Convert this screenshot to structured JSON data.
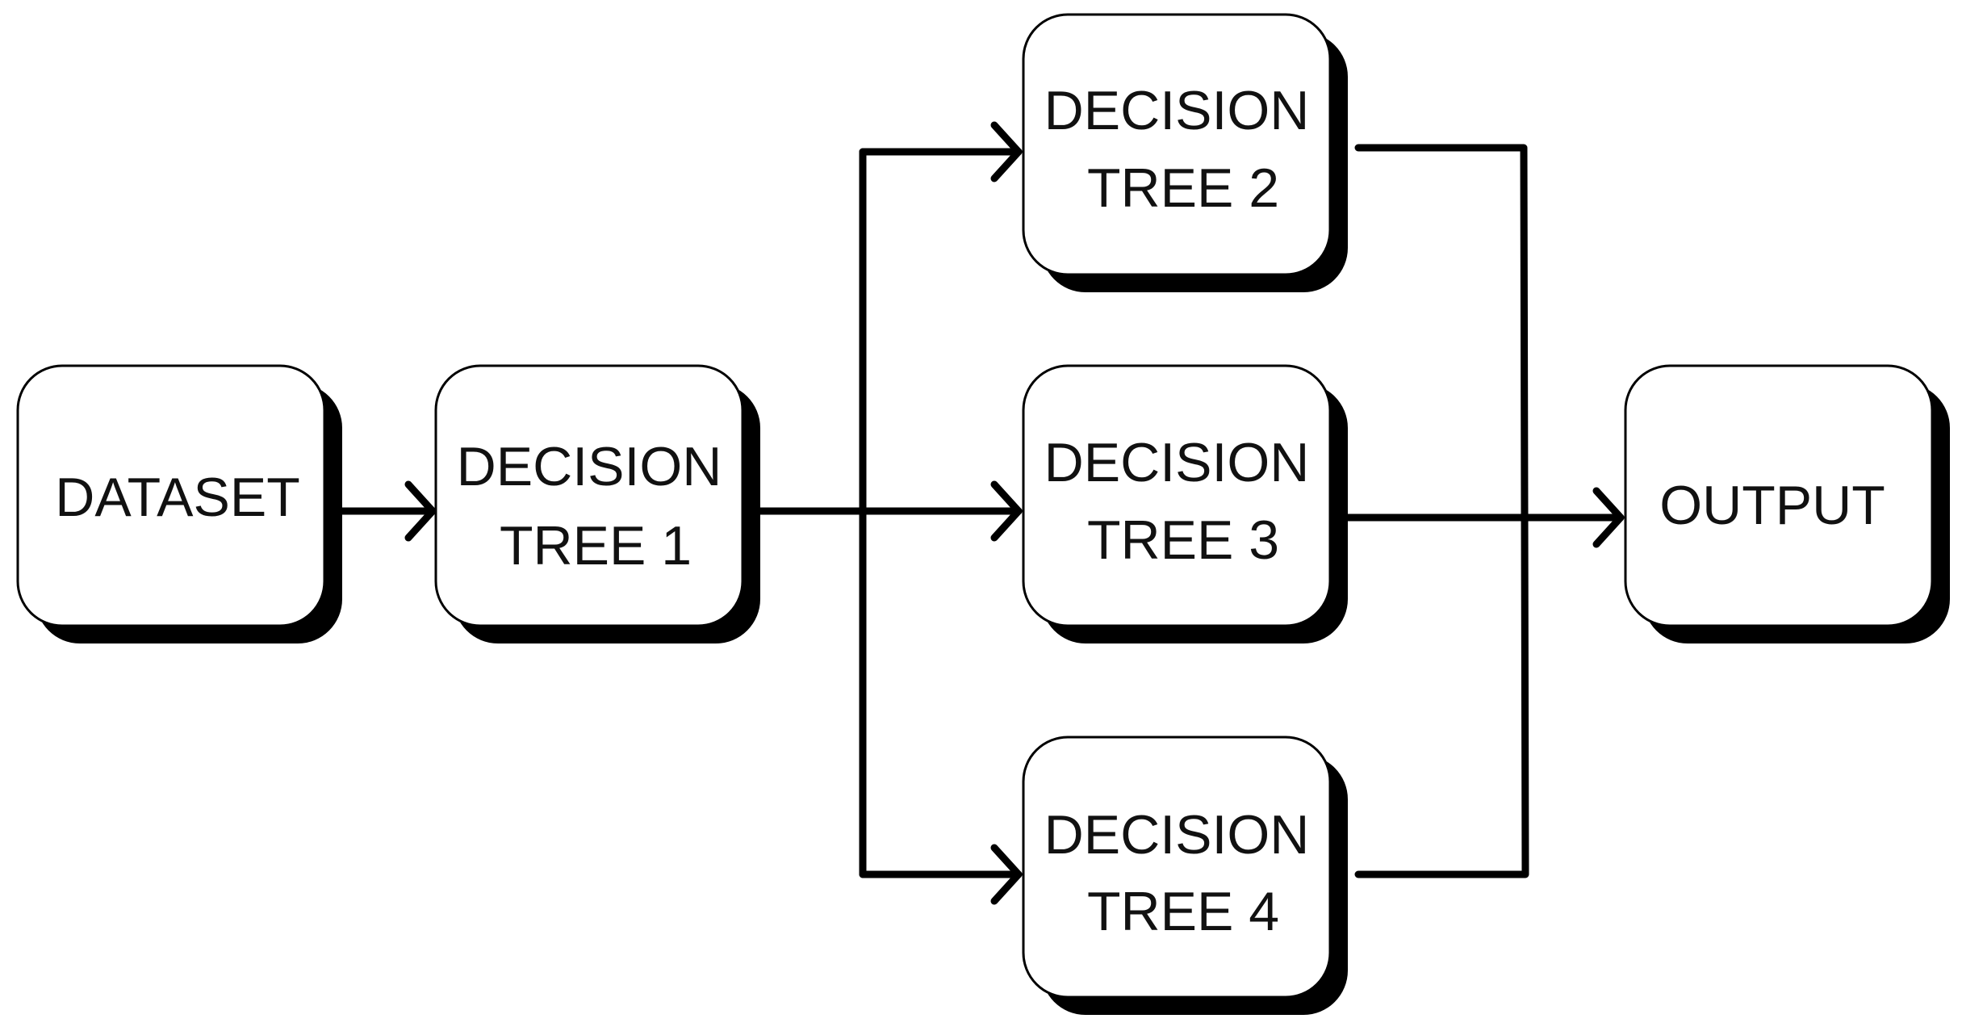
{
  "nodes": {
    "dataset": {
      "lines": [
        "DATASET"
      ]
    },
    "tree1": {
      "lines": [
        "DECISION",
        "TREE 1"
      ]
    },
    "tree2": {
      "lines": [
        "DECISION",
        "TREE 2"
      ]
    },
    "tree3": {
      "lines": [
        "DECISION",
        "TREE 3"
      ]
    },
    "tree4": {
      "lines": [
        "DECISION",
        "TREE 4"
      ]
    },
    "output": {
      "lines": [
        "OUTPUT"
      ]
    }
  },
  "edges": [
    {
      "from": "dataset",
      "to": "tree1"
    },
    {
      "from": "tree1",
      "to": "tree2"
    },
    {
      "from": "tree1",
      "to": "tree3"
    },
    {
      "from": "tree1",
      "to": "tree4"
    },
    {
      "from": "tree2",
      "to": "output"
    },
    {
      "from": "tree3",
      "to": "output"
    },
    {
      "from": "tree4",
      "to": "output"
    }
  ]
}
